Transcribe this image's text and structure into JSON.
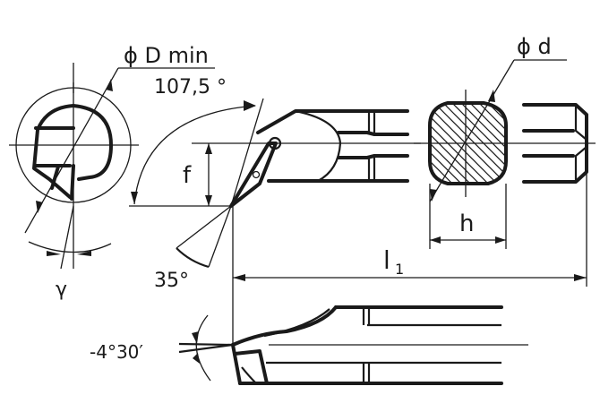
{
  "diagram": {
    "type": "technical-drawing",
    "subject": "boring bar / internal turning tool holder",
    "colors": {
      "ink": "#1a1a1a",
      "background": "#ffffff"
    },
    "labels": {
      "min_bore_diameter": "ϕ D min",
      "approach_angle": "107,5 °",
      "offset": "f",
      "insert_angle": "35°",
      "clearance_angle": "γ",
      "shank_diameter": "ϕ d",
      "shank_flat_height": "h",
      "overall_length_main": "l",
      "overall_length_sub": "1",
      "inclination_angle": "-4°30′"
    },
    "views": [
      {
        "name": "end-view-bore",
        "description": "circular bore with tool section"
      },
      {
        "name": "top-view",
        "description": "tool holder head with 35° rhombic insert"
      },
      {
        "name": "shank-section",
        "description": "hatched round shank with flats"
      },
      {
        "name": "shank-end",
        "description": "shank end view"
      },
      {
        "name": "side-view",
        "description": "tool holder side elevation"
      }
    ]
  }
}
